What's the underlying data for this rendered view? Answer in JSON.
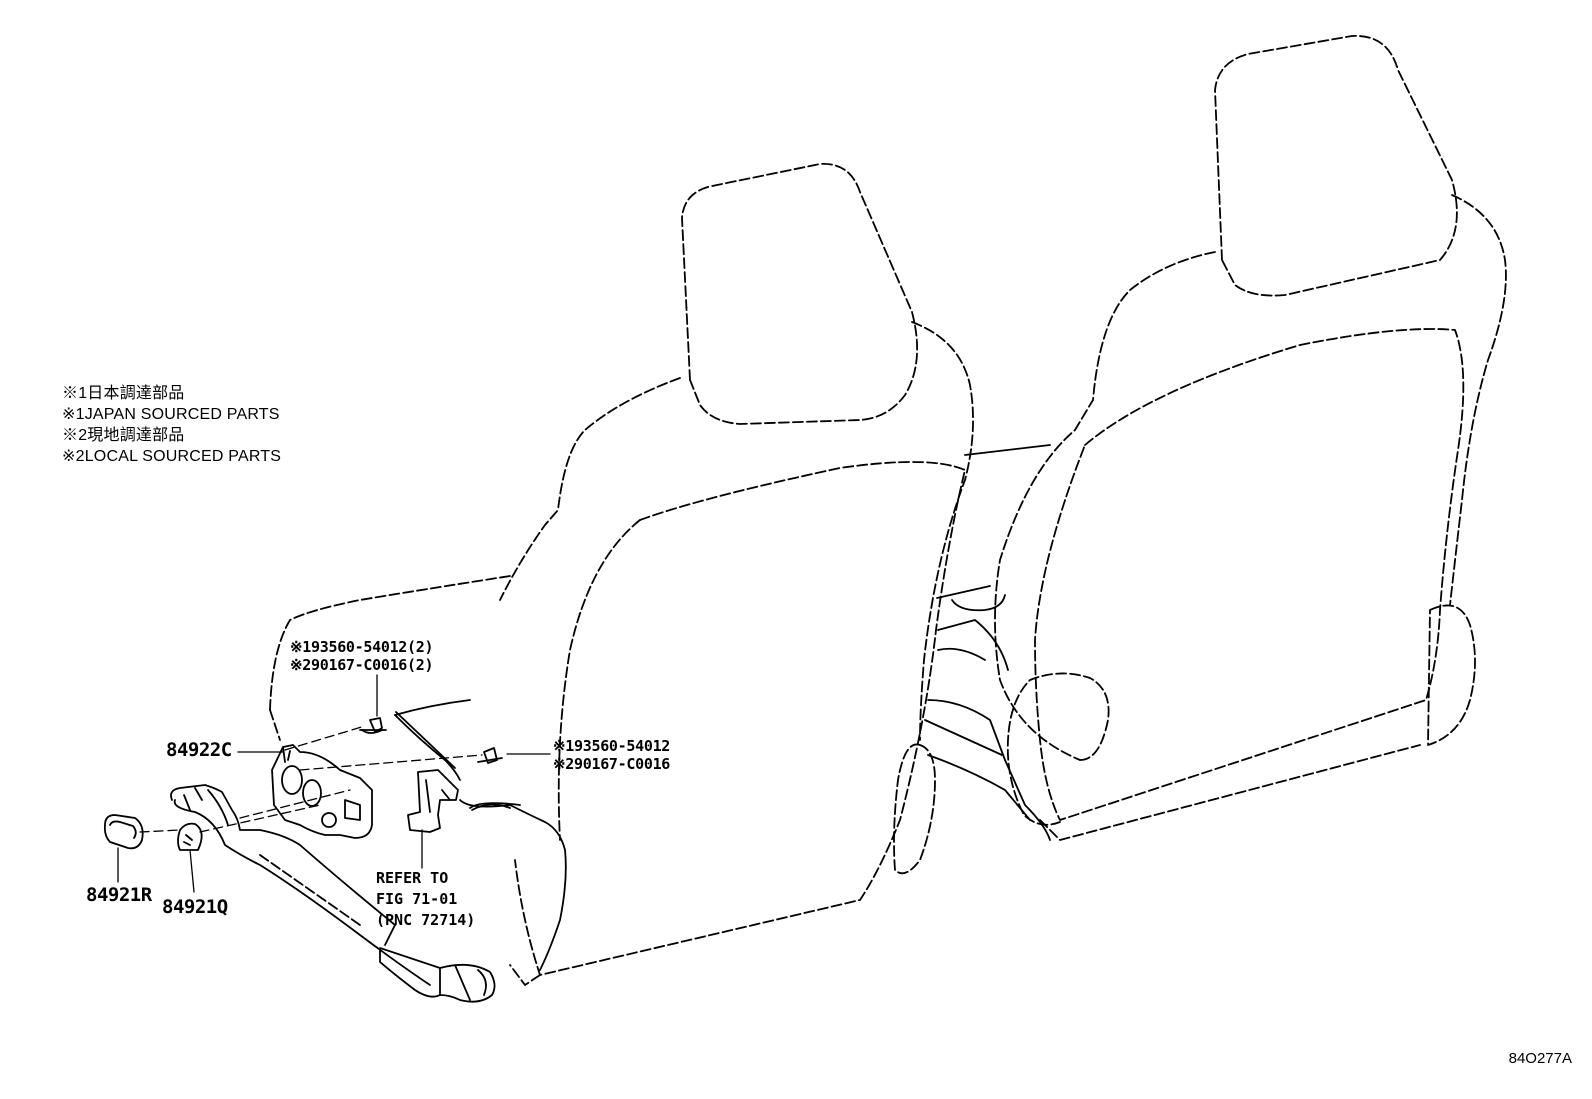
{
  "legend": [
    "※1日本調達部品",
    "※1JAPAN SOURCED PARTS",
    "※2現地調達部品",
    "※2LOCAL SOURCED PARTS"
  ],
  "callouts": {
    "upper_fastener": [
      "※193560-54012(2)",
      "※290167-C0016(2)"
    ],
    "right_fastener": [
      "※193560-54012",
      "※290167-C0016"
    ],
    "part_84922c": "84922C",
    "part_84921r": "84921R",
    "part_84921q": "84921Q",
    "reference": [
      "REFER TO",
      "FIG 71-01",
      "(PNC 72714)"
    ]
  },
  "figure_code": "84O277A",
  "icons": [
    "seat-front-outline",
    "seat-rear-outline",
    "power-seat-switch",
    "switch-knob",
    "mounting-bracket",
    "screw"
  ]
}
